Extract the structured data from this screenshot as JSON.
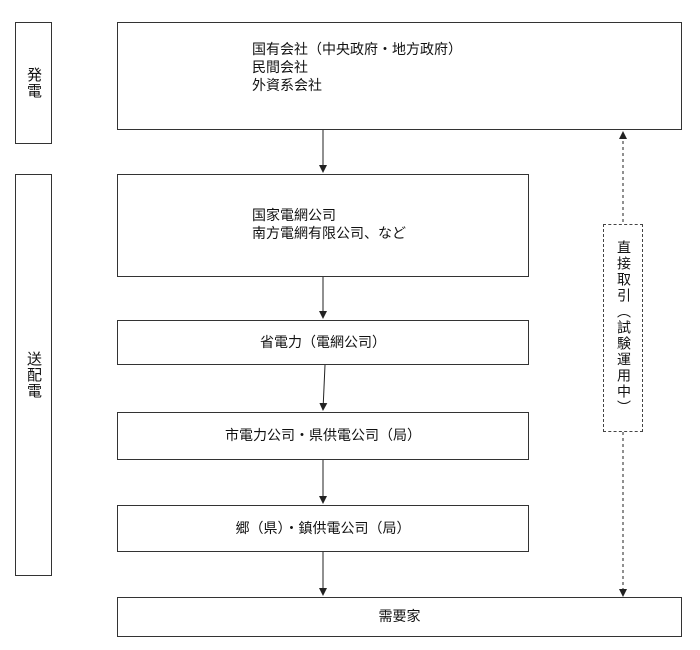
{
  "side_labels": {
    "generation": "発電",
    "transmission": "送配電"
  },
  "boxes": {
    "generation": {
      "lines": [
        "国有会社（中央政府・地方政府）",
        "民間会社",
        "外資系会社"
      ]
    },
    "national_grid": {
      "lines": [
        "国家電網公司",
        "南方電網有限公司、など"
      ]
    },
    "provincial": {
      "label": "省電力（電網公司）"
    },
    "city_county": {
      "label": "市電力公司・県供電公司（局）"
    },
    "township": {
      "label": "郷（県）・鎮供電公司（局）"
    },
    "consumer": {
      "label": "需要家"
    }
  },
  "direct_trade": {
    "label": "直接取引（試験運用中）"
  }
}
